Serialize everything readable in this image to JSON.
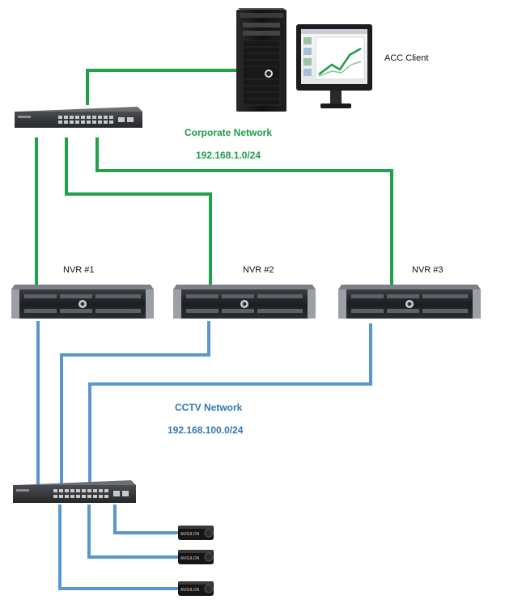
{
  "colors": {
    "corporate_link": "#22a14d",
    "corporate_text": "#1e9c4a",
    "cctv_link": "#5a97cf",
    "cctv_text": "#2f79b5"
  },
  "client": {
    "label": "ACC Client",
    "icon": "desktop-computer-icon"
  },
  "corporate_network": {
    "name": "Corporate Network",
    "subnet": "192.168.1.0/24",
    "switch_icon": "network-switch-icon"
  },
  "cctv_network": {
    "name": "CCTV Network",
    "subnet": "192.168.100.0/24",
    "switch_icon": "network-switch-icon"
  },
  "nvrs": [
    {
      "label": "NVR #1",
      "icon": "rack-server-icon"
    },
    {
      "label": "NVR #2",
      "icon": "rack-server-icon"
    },
    {
      "label": "NVR #3",
      "icon": "rack-server-icon"
    }
  ],
  "cameras": [
    {
      "brand": "AVIGILON",
      "icon": "camera-icon"
    },
    {
      "brand": "AVIGILON",
      "icon": "camera-icon"
    },
    {
      "brand": "AVIGILON",
      "icon": "camera-icon"
    }
  ]
}
